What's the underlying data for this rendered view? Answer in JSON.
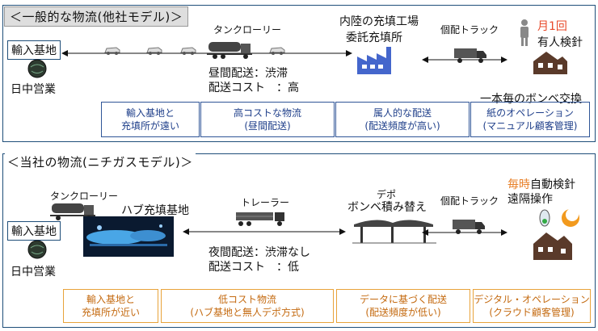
{
  "general": {
    "title": "＜一般的な物流(他社モデル)＞",
    "import_base": "輸入基地",
    "daytime": "日中営業",
    "tank_lorry": "タンクローリー",
    "inland_plant_line1": "内陸の充填工場",
    "inland_plant_line2": "委託充填所",
    "delivery_truck": "個配トラック",
    "monthly": "月1回",
    "manned_inspection": "有人検針",
    "cylinder_exchange": "一本毎のボンベ交換",
    "delivery_line1": "昼間配送：渋滞",
    "delivery_line2": "配送コスト　：高",
    "issues": [
      {
        "line1": "輸入基地と",
        "line2": "充填所が遠い"
      },
      {
        "line1": "高コストな物流",
        "line2": "(昼間配送)"
      },
      {
        "line1": "属人的な配送",
        "line2": "(配送頻度が高い)"
      },
      {
        "line1": "紙のオペレーション",
        "line2": "(マニュアル顧客管理)"
      }
    ]
  },
  "nichigas": {
    "title": "＜当社の物流(ニチガスモデル)＞",
    "tank_lorry": "タンクローリー",
    "import_base": "輸入基地",
    "daytime": "日中営業",
    "hub_base": "ハブ充填基地",
    "trailer": "トレーラー",
    "depot_line1": "デポ",
    "depot_line2": "ボンベ積み替え",
    "delivery_truck": "個配トラック",
    "every_time": "毎時",
    "auto_inspection": "自動検針",
    "remote_operation": "遠隔操作",
    "delivery_line1": "夜間配送：渋滞なし",
    "delivery_line2": "配送コスト　：低",
    "advantages": [
      {
        "line1": "輸入基地と",
        "line2": "充填所が近い"
      },
      {
        "line1": "低コスト物流",
        "line2": "(ハブ基地と無人デポ方式)"
      },
      {
        "line1": "データに基づく配送",
        "line2": "(配送頻度が低い)"
      },
      {
        "line1": "デジタル・オペレーション",
        "line2": "(クラウド顧客管理)"
      }
    ]
  },
  "colors": {
    "navy": "#1f4e79",
    "red": "#e8492a",
    "orange": "#e8812a",
    "factory": "#4466cc"
  },
  "icons": [
    "tank-icon",
    "car-icon",
    "tanker-truck-icon",
    "factory-icon",
    "box-truck-icon",
    "person-icon",
    "house-icon",
    "hub-facility-icon",
    "trailer-truck-icon",
    "depot-icon",
    "meter-device-icon",
    "arrow-icon"
  ]
}
